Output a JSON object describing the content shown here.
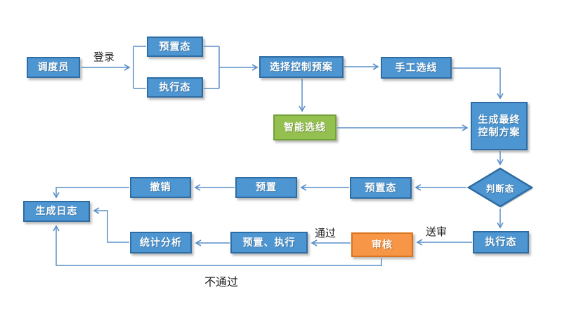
{
  "diagram": {
    "nodes": {
      "dispatcher": {
        "label": "调度员"
      },
      "preset_state_top": {
        "label": "预置态"
      },
      "exec_state_top": {
        "label": "执行态"
      },
      "select_plan": {
        "label": "选择控制预案"
      },
      "manual_select": {
        "label": "手工选线"
      },
      "smart_select": {
        "label": "智能选线"
      },
      "final_plan": {
        "label": "生成最终控制方案"
      },
      "judge_state": {
        "label": "判断态"
      },
      "preset_state_mid": {
        "label": "预置态"
      },
      "preset": {
        "label": "预置"
      },
      "undo": {
        "label": "撤销"
      },
      "gen_log": {
        "label": "生成日志"
      },
      "stats": {
        "label": "统计分析"
      },
      "preset_exec": {
        "label": "预置、执行"
      },
      "review": {
        "label": "审核"
      },
      "exec_state_bottom": {
        "label": "执行态"
      }
    },
    "edge_labels": {
      "login": "登录",
      "pass": "通过",
      "submit": "送审",
      "fail": "不通过"
    },
    "colors": {
      "node_blue": "#4e96d2",
      "node_blue_border": "#2e6da4",
      "node_green": "#94c04f",
      "node_green_border": "#73a23a",
      "node_orange": "#f79646",
      "node_orange_border": "#d9751e",
      "diamond_fill": "#4e96d2",
      "diamond_border": "#2e6da4",
      "connector": "#5b8fc9",
      "label_text": "#222222"
    }
  }
}
